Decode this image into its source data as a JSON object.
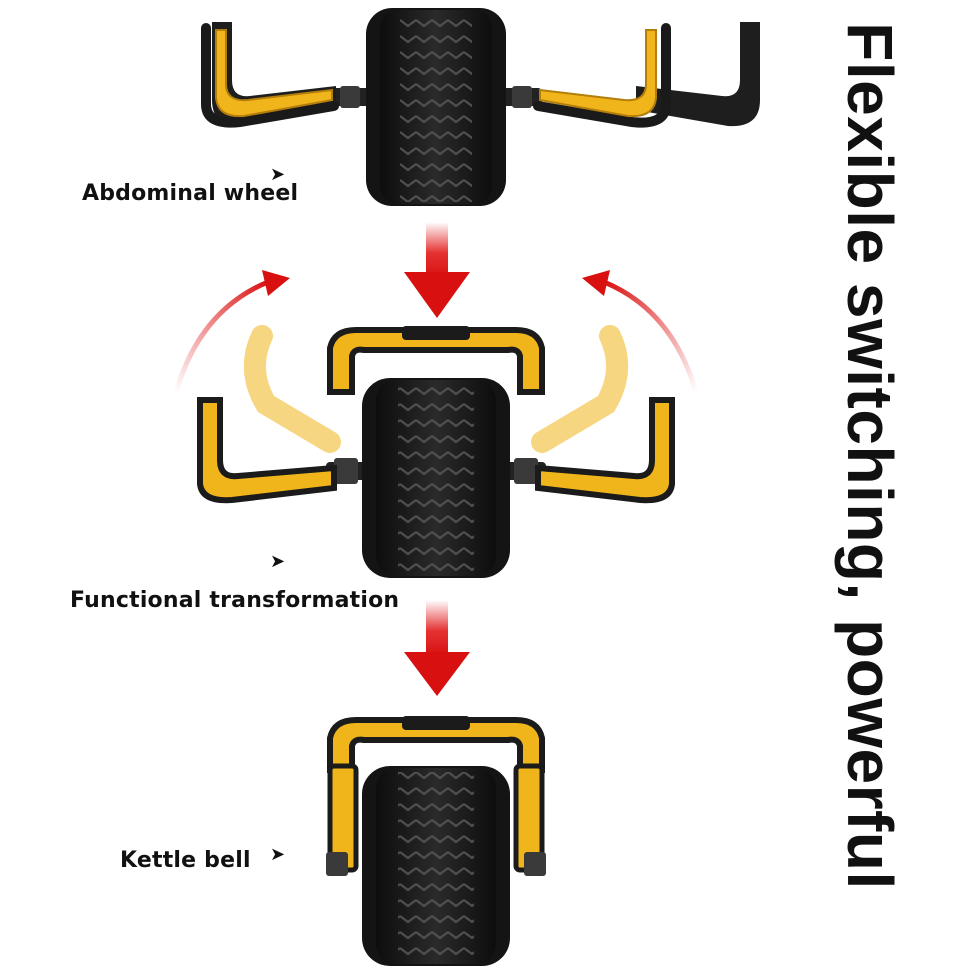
{
  "headline": "Flexible switching, powerful",
  "stages": [
    {
      "label": "Abdominal wheel"
    },
    {
      "label": "Functional transformation"
    },
    {
      "label": "Kettle bell"
    }
  ],
  "pointer_glyph": "➤",
  "colors": {
    "handle_yellow": "#f1b51c",
    "handle_dark": "#b47e0a",
    "wheel_black": "#1b1b1b",
    "tread_gray": "#3a3a3a",
    "arrow_red": "#e21b1b"
  }
}
